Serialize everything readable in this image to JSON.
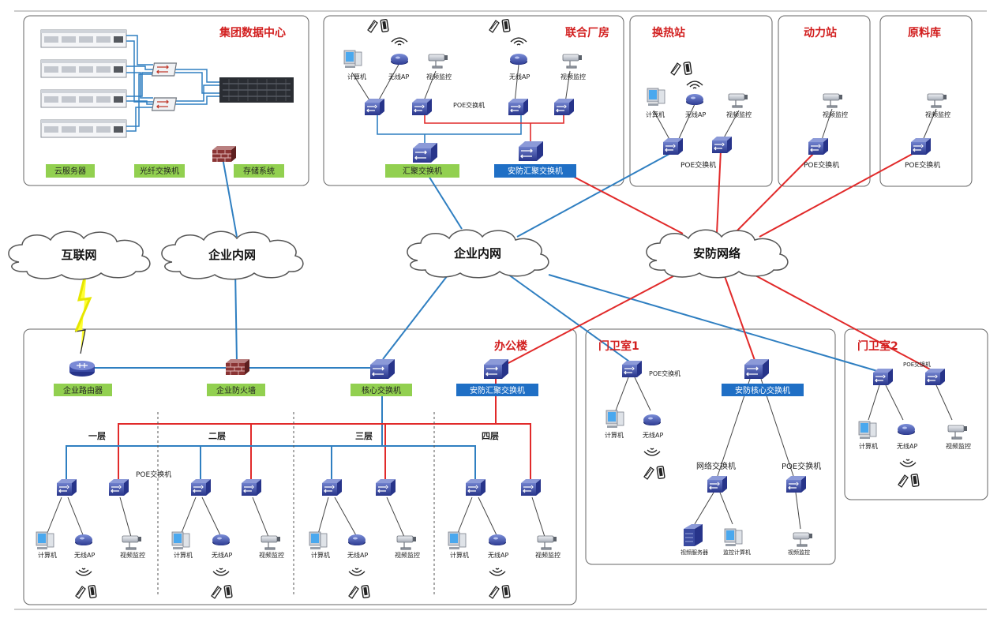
{
  "colors": {
    "office_net": "#2f7fc1",
    "security_net": "#e12a2a",
    "label_green": "#92d050",
    "label_blue": "#1f6fc5",
    "title_red": "#d21f1f",
    "device_navy": "#3a4aa0"
  },
  "datacenter": {
    "title": "集团数据中心",
    "servers": "云服务器",
    "fiber_switch": "光纤交换机",
    "storage": "存储系统"
  },
  "factory": {
    "title": "联合厂房",
    "computer": "计算机",
    "ap1": "无线AP",
    "cam1": "视频监控",
    "poe": "POE交换机",
    "ap2": "无线AP",
    "cam2": "视频监控",
    "agg": "汇聚交换机",
    "sec_agg": "安防汇聚交换机"
  },
  "heat": {
    "title": "换热站",
    "computer": "计算机",
    "ap": "无线AP",
    "cam": "视频监控",
    "poe": "POE交换机"
  },
  "power": {
    "title": "动力站",
    "cam": "视频监控",
    "poe": "POE交换机"
  },
  "raw": {
    "title": "原料库",
    "cam": "视频监控",
    "poe": "POE交换机"
  },
  "clouds": {
    "internet": "互联网",
    "intranet_left": "企业内网",
    "intranet_center": "企业内网",
    "security": "安防网络"
  },
  "office": {
    "title": "办公楼",
    "router": "企业路由器",
    "firewall": "企业防火墙",
    "core": "核心交换机",
    "sec_agg": "安防汇聚交换机",
    "poe_note": "POE交换机",
    "floors": [
      {
        "label": "一层",
        "computer": "计算机",
        "ap": "无线AP",
        "cam": "视频监控"
      },
      {
        "label": "二层",
        "computer": "计算机",
        "ap": "无线AP",
        "cam": "视频监控"
      },
      {
        "label": "三层",
        "computer": "计算机",
        "ap": "无线AP",
        "cam": "视频监控"
      },
      {
        "label": "四层",
        "computer": "计算机",
        "ap": "无线AP",
        "cam": "视频监控"
      }
    ]
  },
  "gate1": {
    "title": "门卫室1",
    "poe": "POE交换机",
    "computer": "计算机",
    "ap": "无线AP",
    "sec_core": "安防核心交换机",
    "net_switch": "网络交换机",
    "poe2": "POE交换机",
    "video_server": "视频服务器",
    "monitor_pc": "监控计算机",
    "cam": "视频监控"
  },
  "gate2": {
    "title": "门卫室2",
    "poe": "POE交换机",
    "computer": "计算机",
    "ap": "无线AP",
    "cam": "视频监控"
  }
}
